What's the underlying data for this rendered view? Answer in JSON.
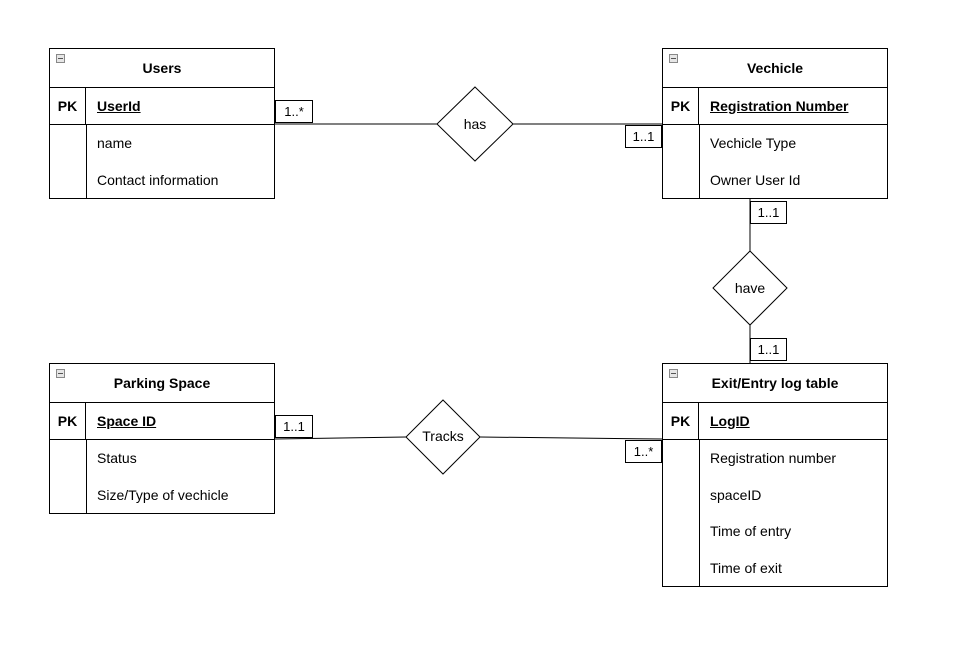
{
  "entities": {
    "users": {
      "title": "Users",
      "pk_label": "PK",
      "pk": "UserId",
      "attrs": [
        "name",
        "Contact information"
      ]
    },
    "vehicle": {
      "title": "Vechicle",
      "pk_label": "PK",
      "pk": "Registration Number",
      "attrs": [
        "Vechicle Type",
        "Owner User Id"
      ]
    },
    "parking": {
      "title": "Parking Space",
      "pk_label": "PK",
      "pk": "Space ID",
      "attrs": [
        "Status",
        "Size/Type of vechicle"
      ]
    },
    "log": {
      "title": "Exit/Entry log table",
      "pk_label": "PK",
      "pk": "LogID",
      "attrs": [
        "Registration number",
        "spaceID",
        "Time of entry",
        "Time of exit"
      ]
    }
  },
  "relationships": {
    "has": {
      "label": "has",
      "card_left": "1..*",
      "card_right": "1..1"
    },
    "have": {
      "label": "have",
      "card_top": "1..1",
      "card_bottom": "1..1"
    },
    "tracks": {
      "label": "Tracks",
      "card_left": "1..1",
      "card_right": "1..*"
    }
  }
}
